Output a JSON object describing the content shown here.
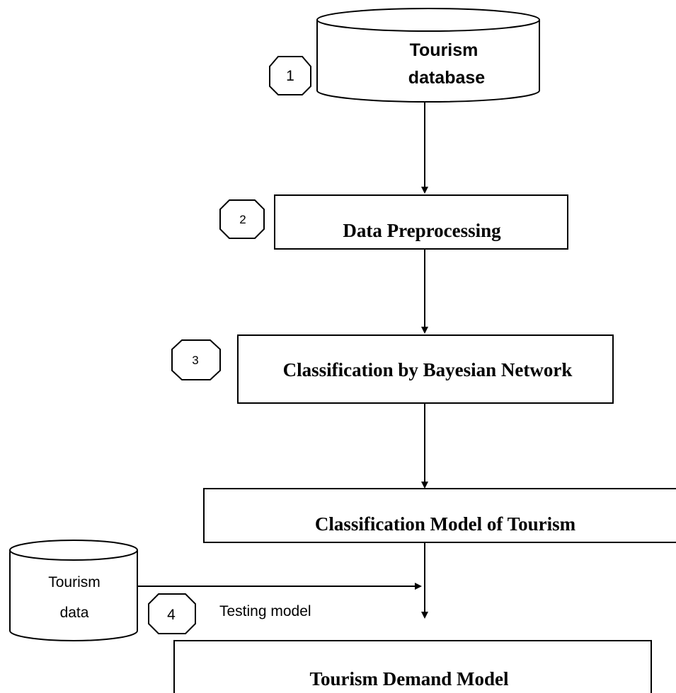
{
  "diagram": {
    "nodes": {
      "tourism_database": {
        "line1": "Tourism",
        "line2": "database"
      },
      "data_preprocessing": {
        "label": "Data Preprocessing"
      },
      "classification_bayesian": {
        "label": "Classification by Bayesian Network"
      },
      "classification_model": {
        "label": "Classification Model of Tourism"
      },
      "tourism_data": {
        "line1": "Tourism",
        "line2": "data"
      },
      "tourism_demand_model": {
        "label": "Tourism Demand Model"
      }
    },
    "steps": {
      "step1": "1",
      "step2": "2",
      "step3": "3",
      "step4": "4"
    },
    "edge_labels": {
      "testing_model": "Testing model"
    }
  },
  "colors": {
    "stroke": "#000000",
    "fill": "#ffffff"
  }
}
